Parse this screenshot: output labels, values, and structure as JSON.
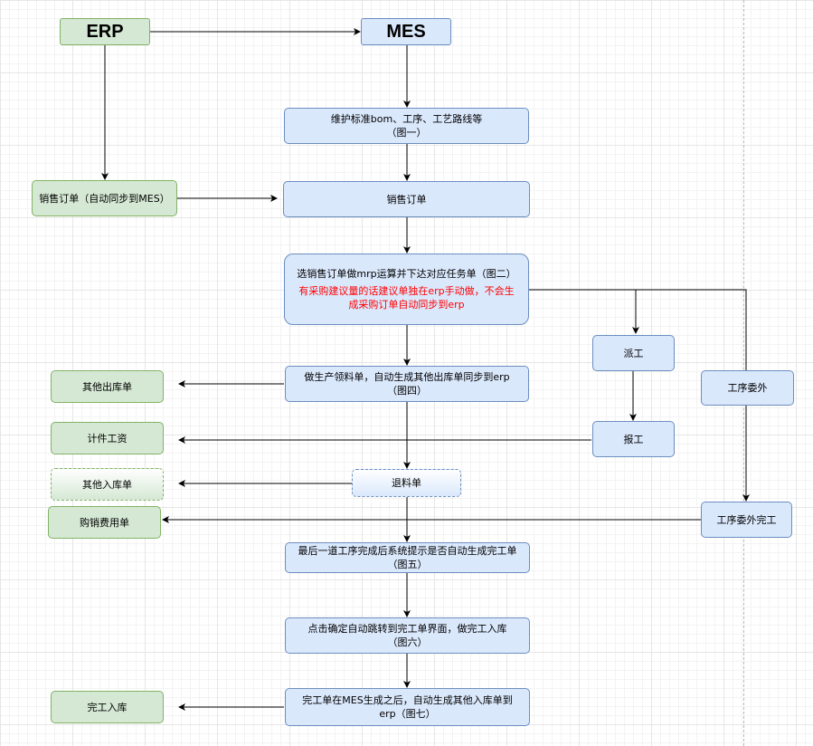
{
  "colors": {
    "mes_fill": "#dae8fc",
    "mes_stroke": "#6c8ebf",
    "erp_fill": "#d5e8d4",
    "erp_stroke": "#82b366",
    "warning_text": "#ff0000"
  },
  "nodes": {
    "erp_title": "ERP",
    "mes_title": "MES",
    "maintain_bom": [
      "维护标准bom、工序、工艺路线等",
      "（图一）"
    ],
    "erp_sales_order": "销售订单（自动同步到MES）",
    "mes_sales_order": "销售订单",
    "mrp_task": "选销售订单做mrp运算并下达对应任务单（图二）",
    "mrp_warning": [
      "有采购建议量的话建议单独在erp手动做，不会生",
      "成采购订单自动同步到erp"
    ],
    "dispatch": "派工",
    "report_work": "报工",
    "outsource": "工序委外",
    "outsource_done": "工序委外完工",
    "material_issue": [
      "做生产领料单，自动生成其他出库单同步到erp",
      "（图四）"
    ],
    "other_outbound": "其他出库单",
    "piece_wage": "计件工资",
    "material_return": "退料单",
    "other_inbound": "其他入库单",
    "purchase_expense": "购销费用单",
    "last_process": [
      "最后一道工序完成后系统提示是否自动生成完工单",
      "（图五）"
    ],
    "confirm_jump": [
      "点击确定自动跳转到完工单界面，做完工入库",
      "（图六）"
    ],
    "completion_sync": [
      "完工单在MES生成之后，自动生成其他入库单到",
      "erp（图七）"
    ],
    "completion_inbound": "完工入库"
  }
}
